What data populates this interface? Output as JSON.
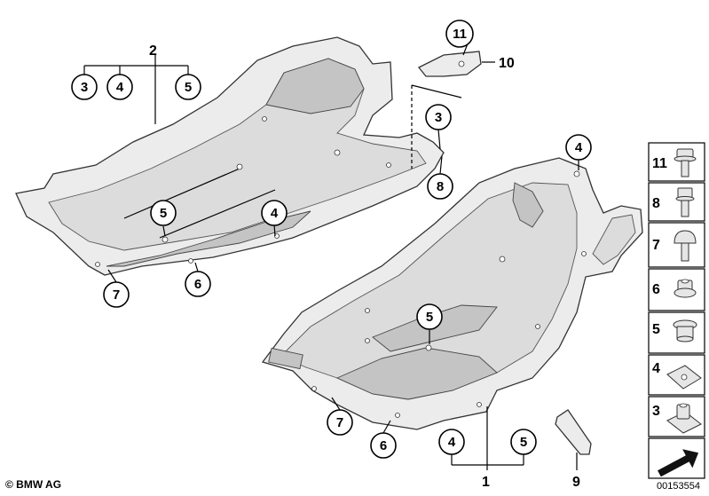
{
  "callouts": {
    "c2": "2",
    "c3a": "3",
    "c4a": "4",
    "c5a": "5",
    "c11": "11",
    "c10": "10",
    "c3b": "3",
    "c8": "8",
    "c5b": "5",
    "c4b": "4",
    "c7a": "7",
    "c6a": "6",
    "c4c": "4",
    "c5c": "5",
    "c7b": "7",
    "c6b": "6",
    "c4d": "4",
    "c5d": "5",
    "c1": "1",
    "c9": "9"
  },
  "legend": {
    "items": [
      {
        "num": "11",
        "icon": "bolt-flange-icon"
      },
      {
        "num": "8",
        "icon": "bolt-hex-icon"
      },
      {
        "num": "7",
        "icon": "bolt-round-head-icon"
      },
      {
        "num": "6",
        "icon": "collar-nut-icon"
      },
      {
        "num": "5",
        "icon": "plug-washer-icon"
      },
      {
        "num": "4",
        "icon": "clip-nut-flat-icon"
      },
      {
        "num": "3",
        "icon": "clip-nut-cage-icon"
      }
    ]
  },
  "footer": {
    "copyright": "© BMW AG",
    "diagram_id": "00153554"
  }
}
